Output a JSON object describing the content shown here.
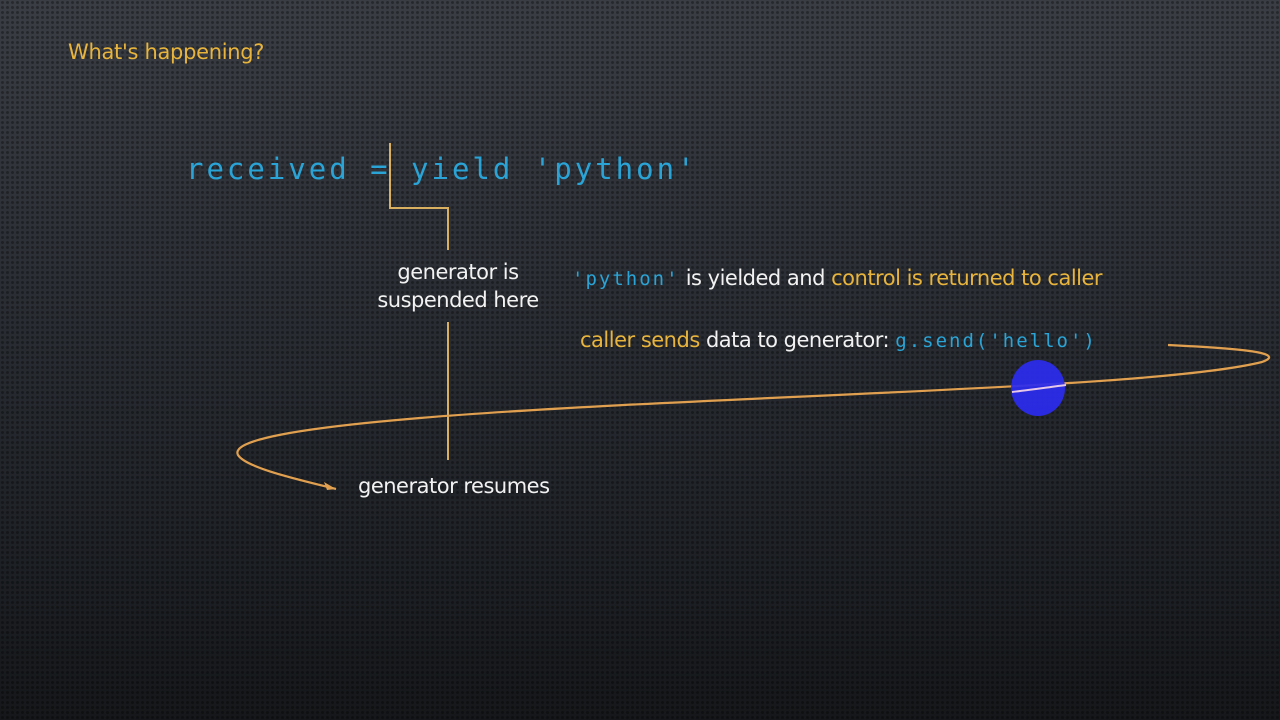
{
  "slide": {
    "heading": "What's happening?",
    "code": "received = yield 'python'",
    "annotations": {
      "suspended": [
        "generator is",
        "suspended here"
      ],
      "yielded_code": "'python'",
      "yielded_text": " is yielded and ",
      "control_text": "control is returned to caller",
      "caller_sends": "caller sends",
      "data_text": " data to generator: ",
      "send_code": "g.send('hello')",
      "resumes": "generator resumes"
    },
    "colors": {
      "background": "#2b2f35",
      "code_blue": "#2aa4d6",
      "accent_orange": "#e8b43c",
      "text_white": "#f2f2f2",
      "cursor_blue": "#2b2bf0"
    }
  }
}
